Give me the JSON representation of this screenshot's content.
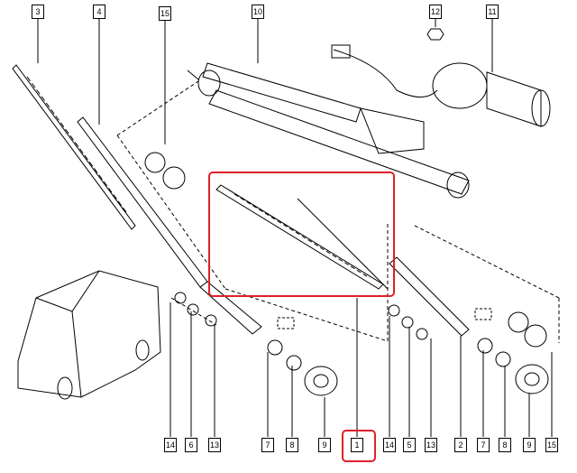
{
  "diagram": {
    "highlight_color": "#e0202a",
    "top_labels": [
      "3",
      "4",
      "15",
      "10",
      "12",
      "11"
    ],
    "bottom_labels": [
      "14",
      "6",
      "13",
      "7",
      "8",
      "9",
      "1",
      "14",
      "5",
      "13",
      "2",
      "7",
      "8",
      "9",
      "15"
    ],
    "highlighted_part": "1"
  }
}
